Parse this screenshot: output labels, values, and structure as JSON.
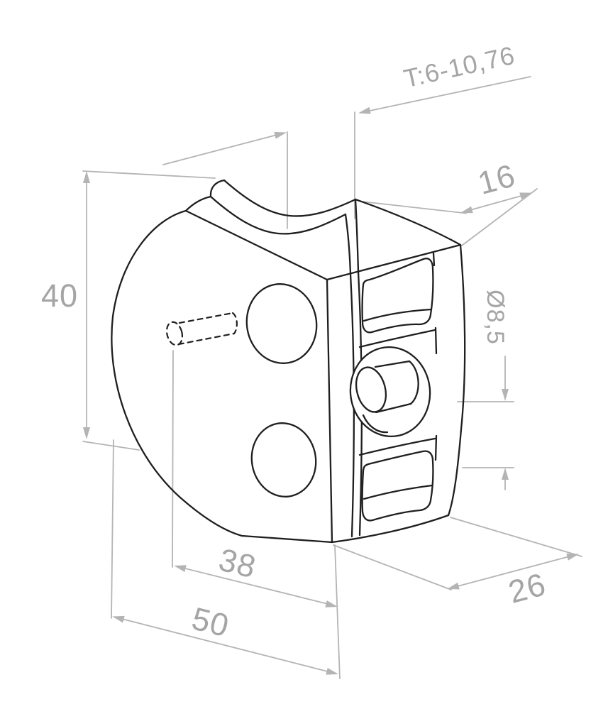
{
  "drawing": {
    "labels": {
      "glass_thickness": "T:6-10,76",
      "back_plate_depth": "16",
      "height": "40",
      "bolt_hole_diameter": "Ø8,5",
      "pin_offset": "38",
      "clamp_depth": "26",
      "clamp_width": "50"
    },
    "colors": {
      "outline": "#1f1f1f",
      "dimension_line": "#b4b4b4",
      "dimension_text": "#a5a5a5",
      "background": "#ffffff"
    }
  }
}
